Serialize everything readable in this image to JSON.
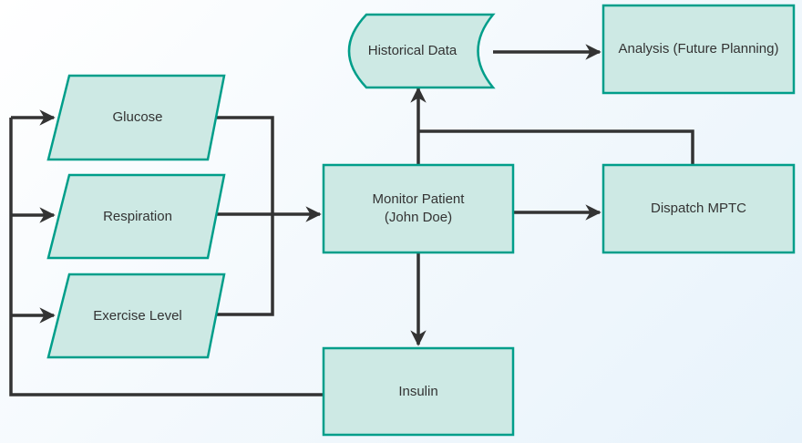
{
  "colors": {
    "fill": "#cde9e4",
    "stroke": "#009e8a",
    "connector": "#333333",
    "text": "#333333"
  },
  "nodes": {
    "glucose": {
      "label": "Glucose",
      "shape": "parallelogram"
    },
    "respiration": {
      "label": "Respiration",
      "shape": "parallelogram"
    },
    "exercise": {
      "label": "Exercise Level",
      "shape": "parallelogram"
    },
    "monitor": {
      "label": "Monitor Patient\n(John Doe)",
      "shape": "rectangle"
    },
    "historical": {
      "label": "Historical Data",
      "shape": "stored-data"
    },
    "analysis": {
      "label": "Analysis (Future Planning)",
      "shape": "rectangle"
    },
    "dispatch": {
      "label": "Dispatch MPTC",
      "shape": "rectangle"
    },
    "insulin": {
      "label": "Insulin",
      "shape": "rectangle"
    }
  },
  "edges": [
    {
      "from": "glucose",
      "to": "monitor"
    },
    {
      "from": "respiration",
      "to": "monitor"
    },
    {
      "from": "exercise",
      "to": "monitor"
    },
    {
      "from": "monitor",
      "to": "historical"
    },
    {
      "from": "dispatch",
      "to": "historical"
    },
    {
      "from": "historical",
      "to": "analysis"
    },
    {
      "from": "monitor",
      "to": "dispatch"
    },
    {
      "from": "monitor",
      "to": "insulin"
    },
    {
      "from": "insulin",
      "to": "glucose"
    },
    {
      "from": "insulin",
      "to": "respiration"
    },
    {
      "from": "insulin",
      "to": "exercise"
    }
  ]
}
